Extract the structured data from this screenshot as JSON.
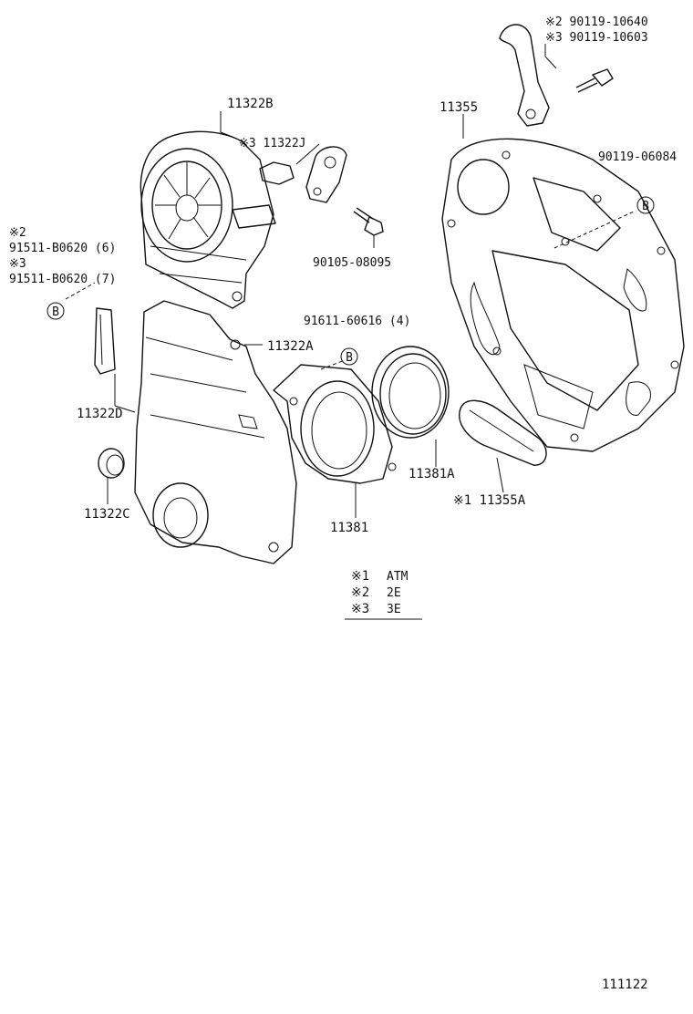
{
  "diagram_id": "111122",
  "labels": {
    "p11322B": "11322B",
    "p11322J": "※3 11322J",
    "p90105": "90105-08095",
    "p11355": "11355",
    "p90119_10640": "※2 90119-10640",
    "p90119_10603": "※3 90119-10603",
    "p90119_06084": "90119-06084",
    "note2": "※2",
    "p91511_6": "91511-B0620 (6)",
    "note3": "※3",
    "p91511_7": "91511-B0620 (7)",
    "p91611": "91611-60616 (4)",
    "p11322A": "11322A",
    "p11322D": "11322D",
    "p11381A": "11381A",
    "p11355A": "※1 11355A",
    "p11381": "11381",
    "p11322C": "11322C",
    "ref_b": "B"
  },
  "legend": [
    {
      "mark": "※1",
      "text": "ATM"
    },
    {
      "mark": "※2",
      "text": "2E"
    },
    {
      "mark": "※3",
      "text": "3E"
    }
  ]
}
